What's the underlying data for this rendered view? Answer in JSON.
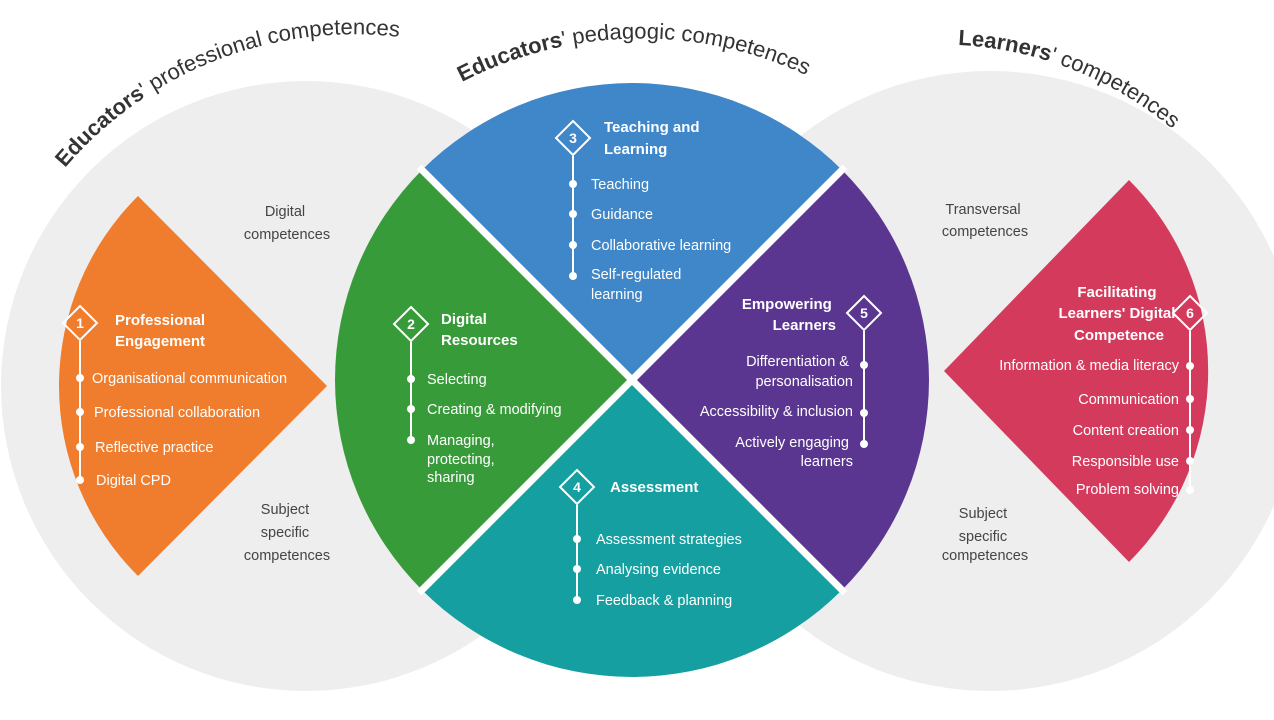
{
  "colors": {
    "circle_bg": "#eeeeee",
    "engagement": "#ef7d2d",
    "resources": "#379b3a",
    "teaching": "#3f87c8",
    "assessment": "#159fa0",
    "empowering": "#5a3690",
    "facilitating": "#d43a5c"
  },
  "arc_titles": {
    "professional": {
      "bold": "Educators",
      "rest": "' professional competences"
    },
    "pedagogic": {
      "bold": "Educators",
      "rest": "' pedagogic competences"
    },
    "learners": {
      "bold": "Learners",
      "rest": "' competences"
    }
  },
  "context": {
    "left_top": [
      "Digital",
      "competences"
    ],
    "left_bottom": [
      "Subject",
      "specific",
      "competences"
    ],
    "right_top": [
      "Transversal",
      "competences"
    ],
    "right_bottom": [
      "Subject",
      "specific",
      "competences"
    ]
  },
  "areas": [
    {
      "number": "1",
      "title": [
        "Professional",
        "Engagement"
      ],
      "items": [
        "Organisational communication",
        "Professional collaboration",
        "Reflective practice",
        "Digital CPD"
      ]
    },
    {
      "number": "2",
      "title": [
        "Digital",
        "Resources"
      ],
      "items": [
        "Selecting",
        "Creating & modifying",
        "Managing,",
        "protecting,",
        "sharing"
      ]
    },
    {
      "number": "3",
      "title": [
        "Teaching and",
        "Learning"
      ],
      "items": [
        "Teaching",
        "Guidance",
        "Collaborative learning",
        "Self-regulated",
        "learning"
      ]
    },
    {
      "number": "4",
      "title": [
        "Assessment"
      ],
      "items": [
        "Assessment strategies",
        "Analysing evidence",
        "Feedback & planning"
      ]
    },
    {
      "number": "5",
      "title": [
        "Empowering",
        "Learners"
      ],
      "items": [
        "Differentiation &",
        "personalisation",
        "Accessibility & inclusion",
        "Actively engaging",
        "learners"
      ]
    },
    {
      "number": "6",
      "title": [
        "Facilitating",
        "Learners' Digital",
        "Competence"
      ],
      "items": [
        "Information & media literacy",
        "Communication",
        "Content creation",
        "Responsible use",
        "Problem solving"
      ]
    }
  ]
}
